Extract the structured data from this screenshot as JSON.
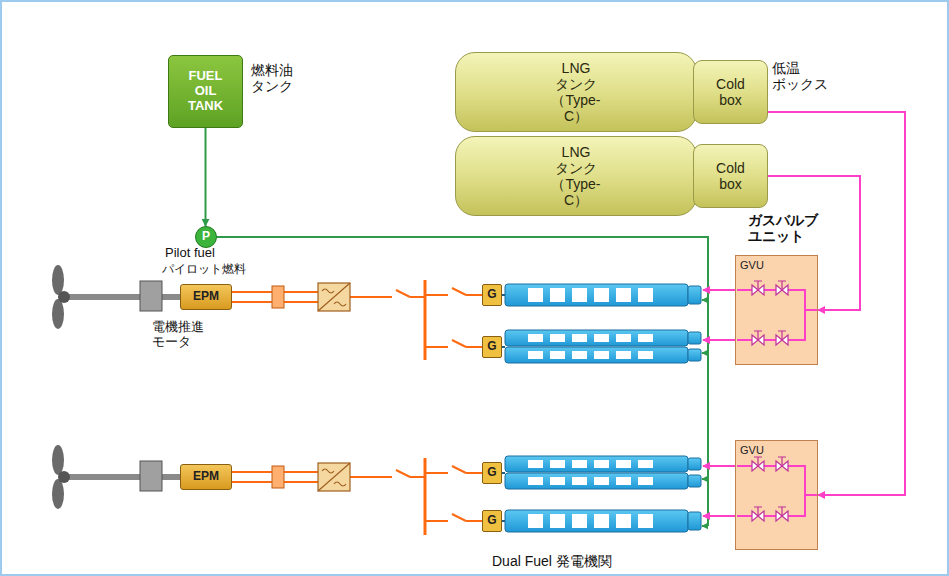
{
  "diagram": {
    "nodes": [
      {
        "text": [
          "FUEL OIL TANK"
        ]
      },
      {
        "text": [
          "P"
        ]
      },
      {
        "text": [
          "LNG タンク （Type-C）"
        ]
      },
      {
        "text": [
          "Cold box"
        ]
      },
      {
        "text": [
          "LNG タンク （Type-C）"
        ]
      },
      {
        "text": [
          "Cold box"
        ]
      },
      {
        "text": [
          "GVU"
        ]
      },
      {
        "text": [
          "GVU"
        ]
      },
      {
        "text": [
          "EPM"
        ]
      },
      {
        "text": [
          "EPM"
        ]
      },
      {
        "text": [
          "G"
        ]
      },
      {
        "text": [
          "G"
        ]
      },
      {
        "text": [
          "G"
        ]
      },
      {
        "text": [
          "G"
        ]
      }
    ],
    "edges": [
      {
        "from": 0,
        "to": 1,
        "arrow": "to"
      },
      {
        "from": 3,
        "to": 7,
        "arrow": "to"
      },
      {
        "from": 5,
        "to": 6,
        "arrow": "to"
      }
    ],
    "labels": [
      "燃料油 タンク",
      "低温 ボックス",
      "Pilot fuel",
      "パイロット燃料",
      "ガスバルブ ユニット",
      "電機推進 モータ",
      "Dual Fuel 発電機関"
    ]
  }
}
